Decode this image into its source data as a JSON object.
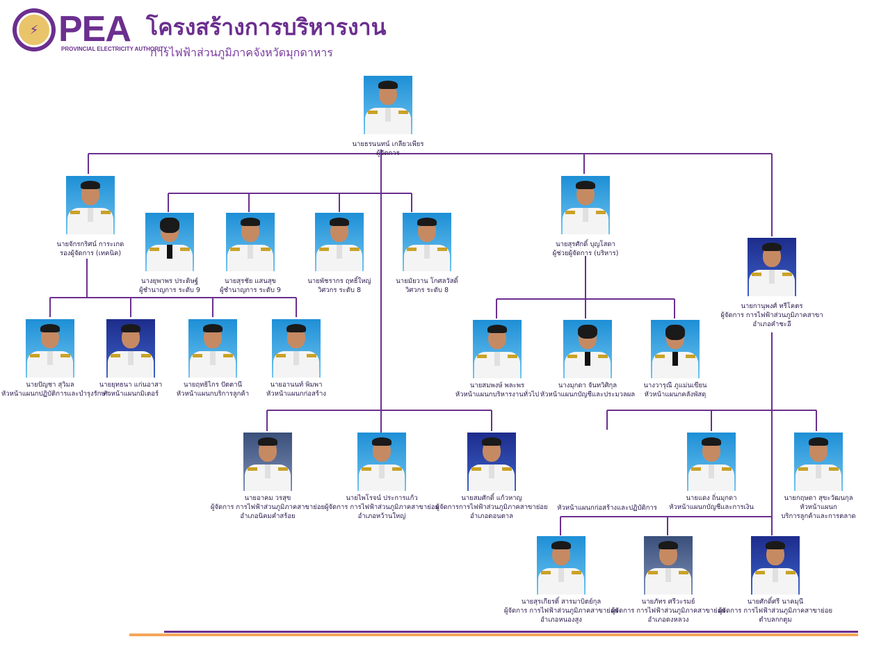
{
  "header": {
    "brand": "PEA",
    "brand_sub": "PROVINCIAL ELECTRICITY AUTHORITY",
    "title": "โครงสร้างการบริหารงาน",
    "subtitle": "การไฟฟ้าส่วนภูมิภาคจังหวัดมุกดาหาร"
  },
  "people": [
    {
      "id": "director",
      "lines": [
        "นายธรนนทน์ เกลียวเพียร",
        "ผู้จัดการ"
      ]
    },
    {
      "id": "deputy-tech",
      "lines": [
        "นายจักรกริศน์ การะเกด",
        "รองผู้จัดการ (เทคนิค)"
      ]
    },
    {
      "id": "expert-1",
      "lines": [
        "นางยุพาพร ประดิษฐ์",
        "ผู้ชำนาญการ ระดับ 9"
      ]
    },
    {
      "id": "expert-2",
      "lines": [
        "นายสุรชัย แสนสุข",
        "ผู้ชำนาญการ ระดับ 9"
      ]
    },
    {
      "id": "engineer-1",
      "lines": [
        "นายพัชรากร ฤทธิ์ใหญ่",
        "วิศวกร ระดับ 8"
      ]
    },
    {
      "id": "engineer-2",
      "lines": [
        "นายมัยวาน โกศลวัสดิ์",
        "วิศวกร ระดับ 8"
      ]
    },
    {
      "id": "asst-admin",
      "lines": [
        "นายสุรศักดิ์ บุญโสดา",
        "ผู้ช่วยผู้จัดการ (บริหาร)"
      ]
    },
    {
      "id": "branch-khamcha-i",
      "lines": [
        "นายกานุพงศ์ ทรีโคตร",
        "ผู้จัดการ การไฟฟ้าส่วนภูมิภาคสาขา",
        "อำเภอคำชะอี"
      ]
    },
    {
      "id": "head-ops",
      "lines": [
        "นายปัญชา สุวิมล",
        "หัวหน้าแผนกปฏิบัติการและบำรุงรักษา"
      ]
    },
    {
      "id": "head-meter",
      "lines": [
        "นายยุทธนา แก่นอาสา",
        "หัวหน้าแผนกมิเตอร์"
      ]
    },
    {
      "id": "head-customer",
      "lines": [
        "นายฤทธิไกร ปัตตานี",
        "หัวหน้าแผนกบริการลูกค้า"
      ]
    },
    {
      "id": "head-construct",
      "lines": [
        "นายอานนท์ พิมพา",
        "หัวหน้าแผนกก่อสร้าง"
      ]
    },
    {
      "id": "head-general",
      "lines": [
        "นายสมพงษ์ พละพร",
        "หัวหน้าแผนกบริหารงานทั่วไป"
      ]
    },
    {
      "id": "head-account",
      "lines": [
        "นางมุกดา จันทวิศิกุล",
        "หัวหน้าแผนกบัญชีและประมวลผล"
      ]
    },
    {
      "id": "head-supply",
      "lines": [
        "นางวารุณี ภูแม่นเขียน",
        "หัวหน้าแผนกคลังพัสดุ"
      ]
    },
    {
      "id": "sub-nikhom",
      "lines": [
        "นายอาคม วรสุข",
        "ผู้จัดการ การไฟฟ้าส่วนภูมิภาคสาขาย่อย",
        "อำเภอนิคมคำสร้อย"
      ]
    },
    {
      "id": "sub-wanyai",
      "lines": [
        "นายไพโรจน์ ประการแก้ว",
        "ผู้จัดการ การไฟฟ้าส่วนภูมิภาคสาขาย่อย",
        "อำเภอหว้านใหญ่"
      ]
    },
    {
      "id": "sub-dontan",
      "lines": [
        "นายสมศักดิ์ แก้วหาญ",
        "ผู้จัดการการไฟฟ้าส่วนภูมิภาคสาขาย่อย",
        "อำเภอดอนตาล"
      ]
    },
    {
      "id": "branch-head-finance",
      "lines": [
        "นายแดง ถิ่นมุกดา",
        "หัวหน้าแผนกบัญชีและการเงิน"
      ]
    },
    {
      "id": "branch-head-customer",
      "lines": [
        "นายกฤษดา สุขะวัฒนกุล",
        "หัวหน้าแผนก",
        "บริการลูกค้าและการตลาด"
      ]
    },
    {
      "id": "sub-nongsung",
      "lines": [
        "นายสุรเกียรติ์ สารมาบิตย์กุล",
        "ผู้จัดการ การไฟฟ้าส่วนภูมิภาคสาขาย่อย",
        "อำเภอหนองสูง"
      ]
    },
    {
      "id": "sub-dongluang",
      "lines": [
        "นายภัทร ศรีวะรมย์",
        "ผู้จัดการ การไฟฟ้าส่วนภูมิภาคสาขาย่อย",
        "อำเภอดงหลวง"
      ]
    },
    {
      "id": "sub-bangsaiyai",
      "lines": [
        "นายศักดิ์ศรี นาคมุนี",
        "ผู้จัดการ การไฟฟ้าส่วนภูมิภาคสาขาย่อย",
        "ตำบลกกตูม"
      ]
    }
  ],
  "vacant": {
    "label": "หัวหน้าแผนกก่อสร้างและปฏิบัติการ"
  }
}
